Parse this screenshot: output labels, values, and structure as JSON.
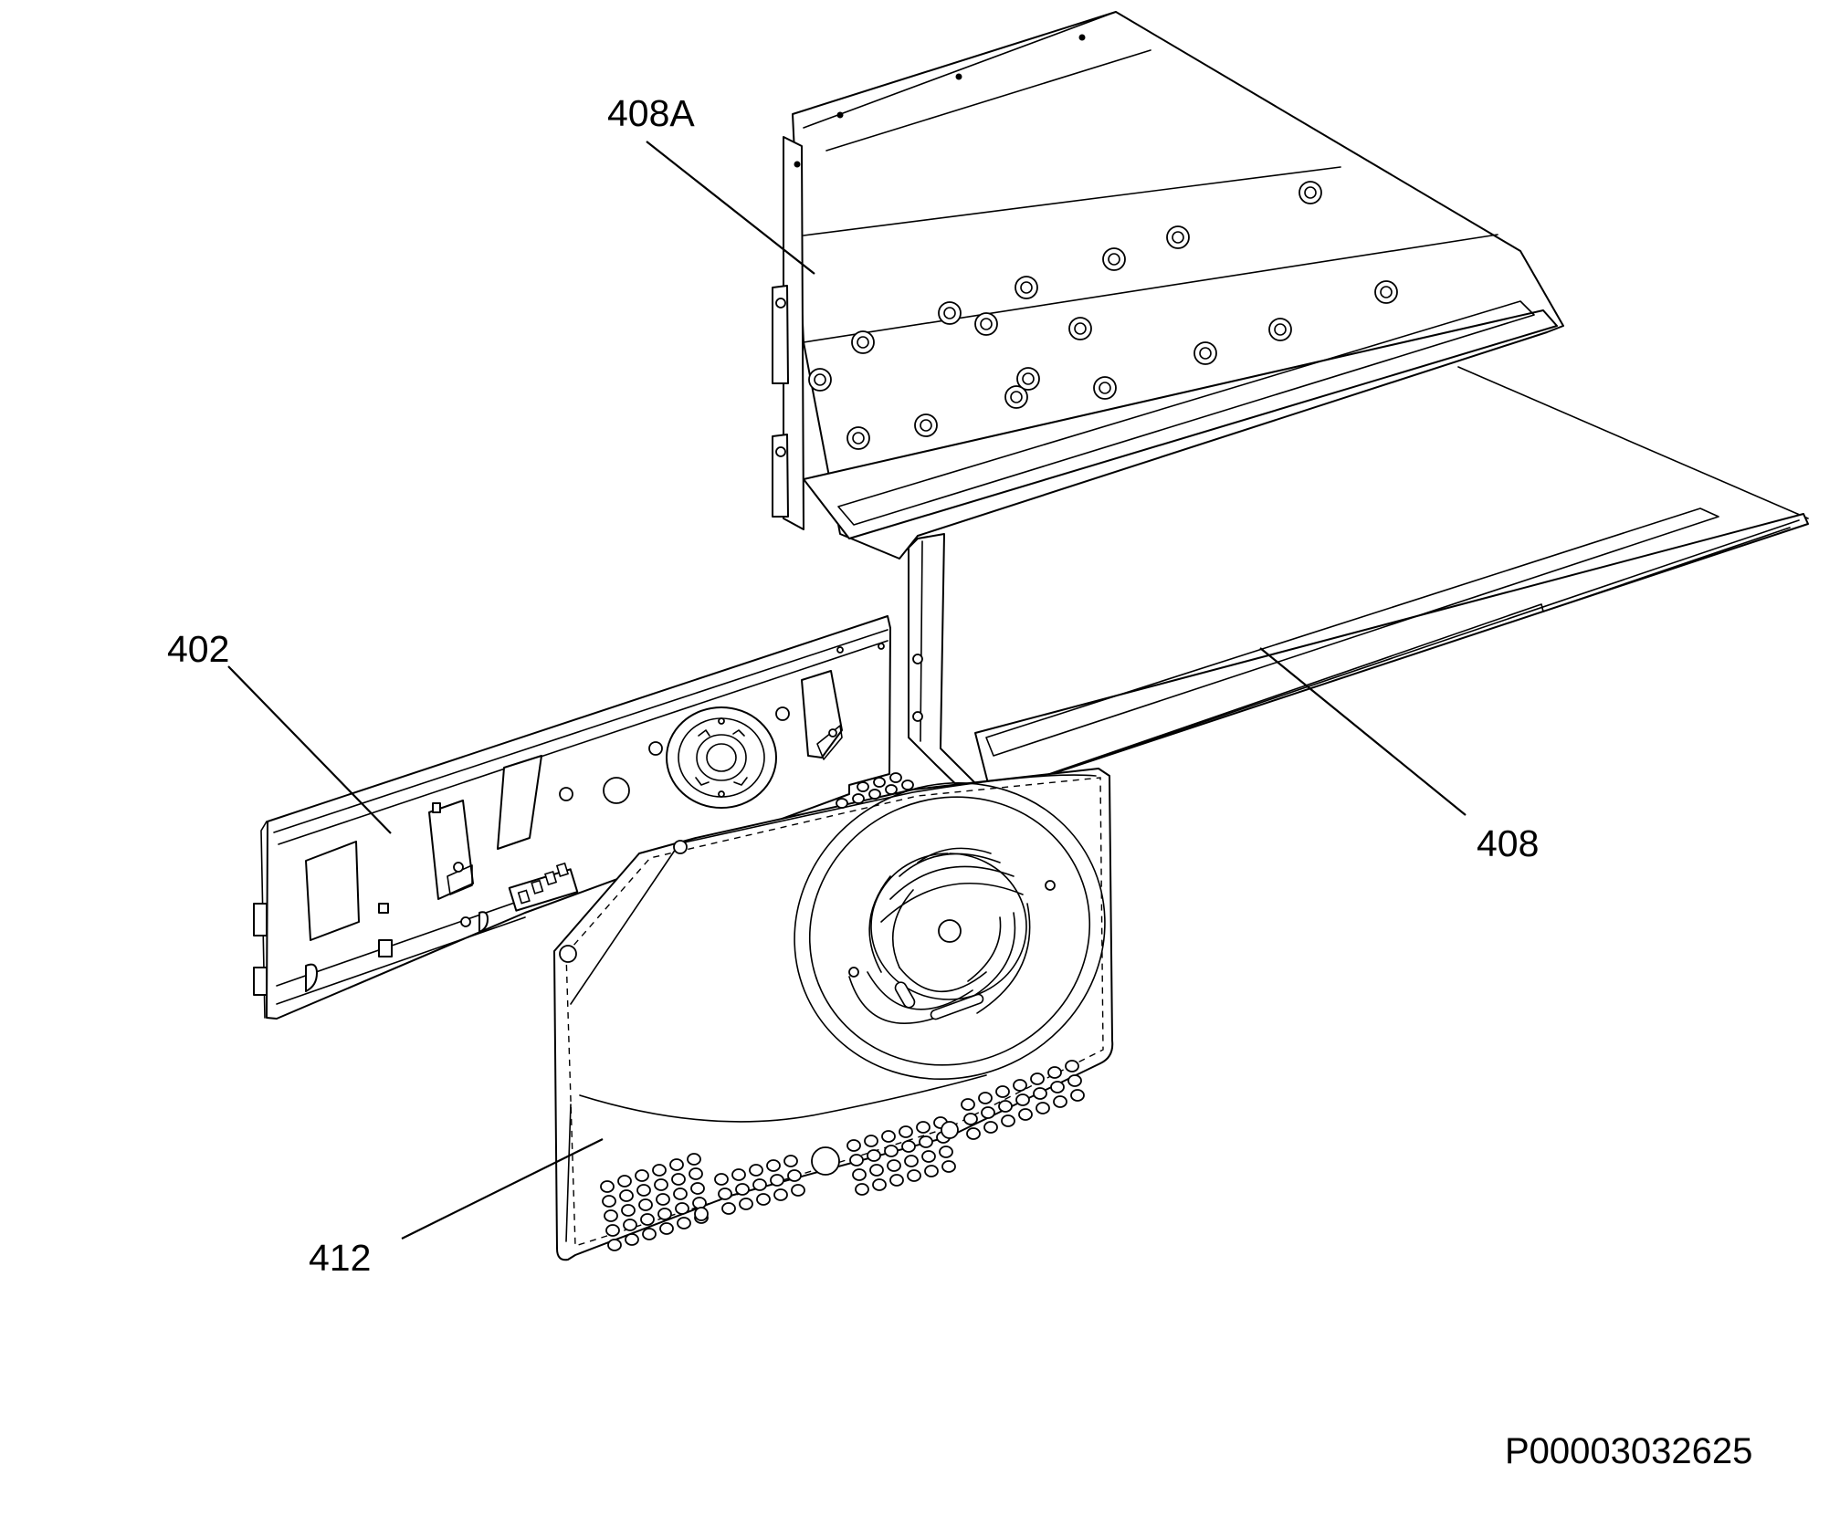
{
  "callouts": {
    "part_408A": "408A",
    "part_402": "402",
    "part_408": "408",
    "part_412": "412"
  },
  "drawing_code": "P00003032625"
}
